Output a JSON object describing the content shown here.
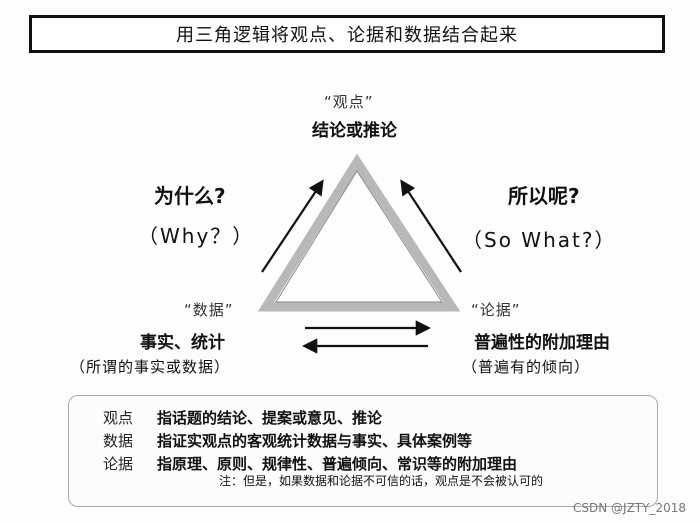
{
  "title": "用三角逻辑将观点、论据和数据结合起来",
  "triangle": {
    "top": {
      "tag": "“观点”",
      "label": "结论或推论"
    },
    "left": {
      "tag": "“数据”",
      "label": "事实、统计",
      "note": "（所谓的事实或数据）"
    },
    "right": {
      "tag": "“论据”",
      "label": "普遍性的附加理由",
      "note": "（普遍有的倾向）"
    }
  },
  "why": {
    "question": "为什么?",
    "english": "（Why？）"
  },
  "sowhat": {
    "question": "所以呢?",
    "english": "（So What?）"
  },
  "legend": {
    "rows": [
      {
        "term": "观点",
        "definition": "指话题的结论、提案或意见、推论"
      },
      {
        "term": "数据",
        "definition": "指证实观点的客观统计数据与事实、具体案例等"
      },
      {
        "term": "论据",
        "definition": "指原理、原则、规律性、普遍倾向、常识等的附加理由"
      }
    ],
    "note": "注：但是，如果数据和论据不可信的话，观点是不会被认可的"
  },
  "watermark": "CSDN @JZTY_2018"
}
